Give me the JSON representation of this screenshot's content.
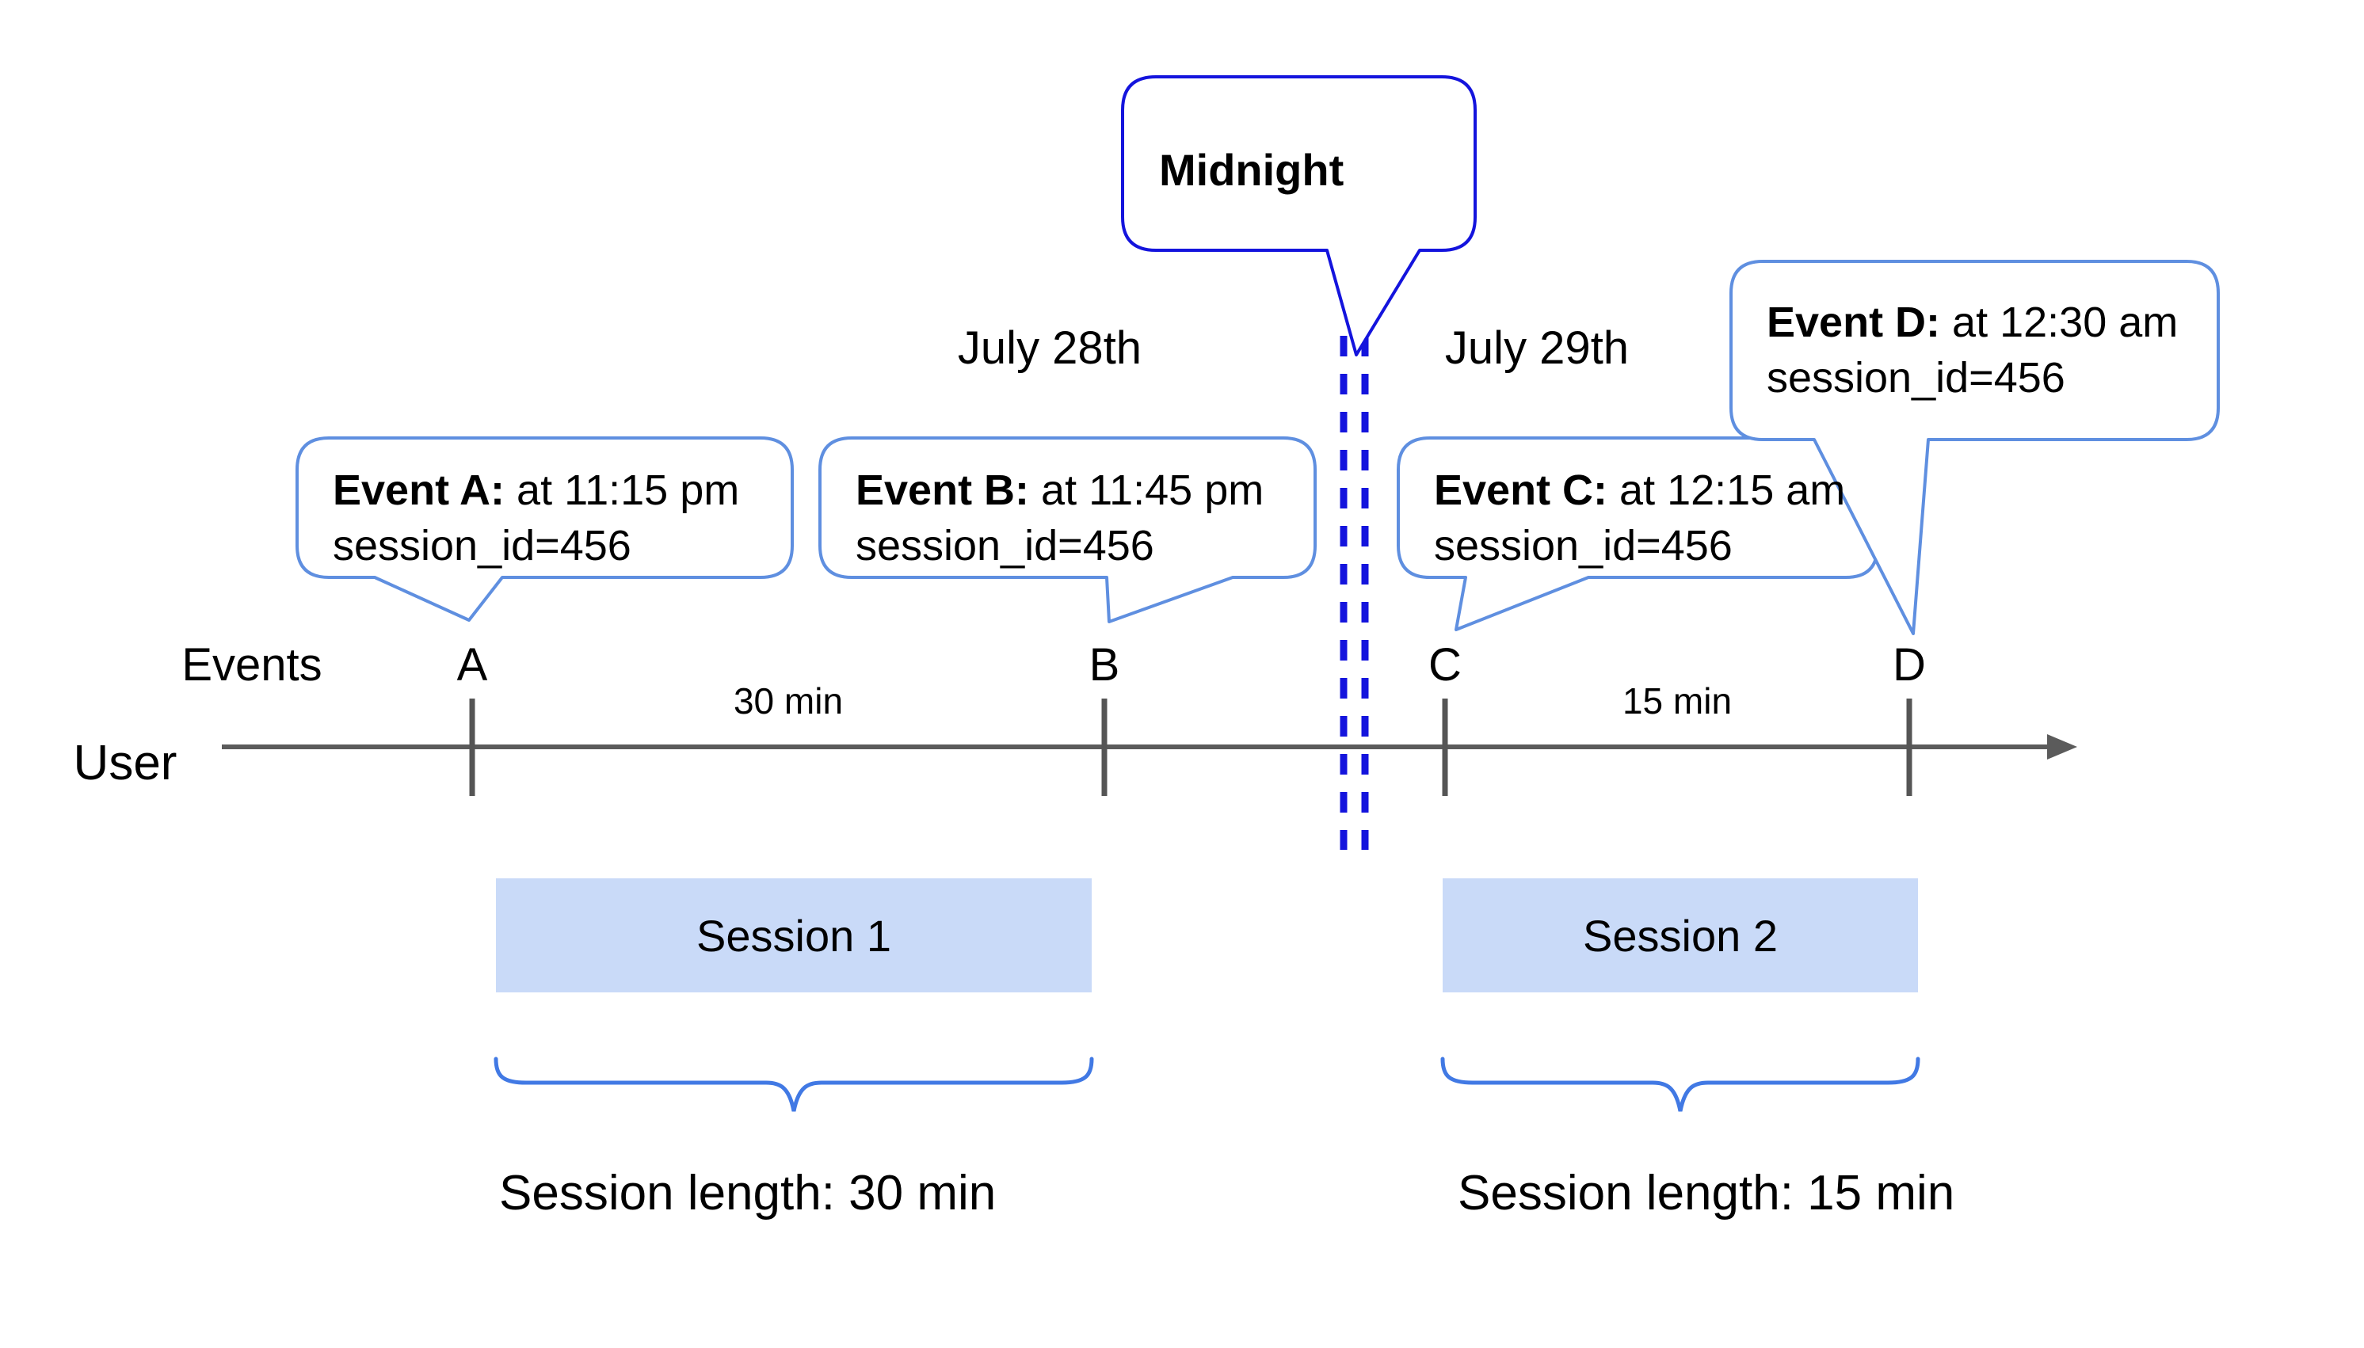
{
  "diagram": {
    "midnight_label": "Midnight",
    "date_left": "July 28th",
    "date_right": "July 29th",
    "events_axis_label": "Events",
    "user_axis_label": "User",
    "events": [
      {
        "letter": "A",
        "callout_bold": "Event A:",
        "callout_rest": " at 11:15 pm",
        "callout_line2": "session_id=456"
      },
      {
        "letter": "B",
        "callout_bold": "Event B:",
        "callout_rest": " at 11:45 pm",
        "callout_line2": "session_id=456"
      },
      {
        "letter": "C",
        "callout_bold": "Event C:",
        "callout_rest": " at 12:15 am",
        "callout_line2": "session_id=456"
      },
      {
        "letter": "D",
        "callout_bold": "Event D:",
        "callout_rest": " at 12:30 am",
        "callout_line2": "session_id=456"
      }
    ],
    "gaps": [
      {
        "label": "30 min"
      },
      {
        "label": "15 min"
      }
    ],
    "sessions": [
      {
        "label": "Session 1",
        "length_label": "Session length: 30 min"
      },
      {
        "label": "Session 2",
        "length_label": "Session length: 15 min"
      }
    ],
    "colors": {
      "vivid_blue": "#1414dd",
      "callout_blue": "#5f8fe0",
      "brace_blue": "#4179e4",
      "session_fill": "#c9daf8",
      "axis_gray": "#5b5b5b"
    }
  }
}
